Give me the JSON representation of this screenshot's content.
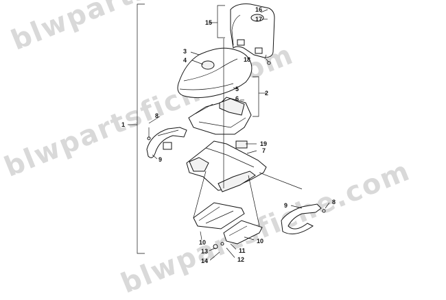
{
  "watermark": "blwpartsfiche.com",
  "callouts": [
    "1",
    "2",
    "3",
    "4",
    "5",
    "6",
    "7",
    "8",
    "9",
    "10",
    "11",
    "12",
    "13",
    "14",
    "15",
    "16",
    "17",
    "18",
    "19",
    "8",
    "9",
    "10"
  ]
}
